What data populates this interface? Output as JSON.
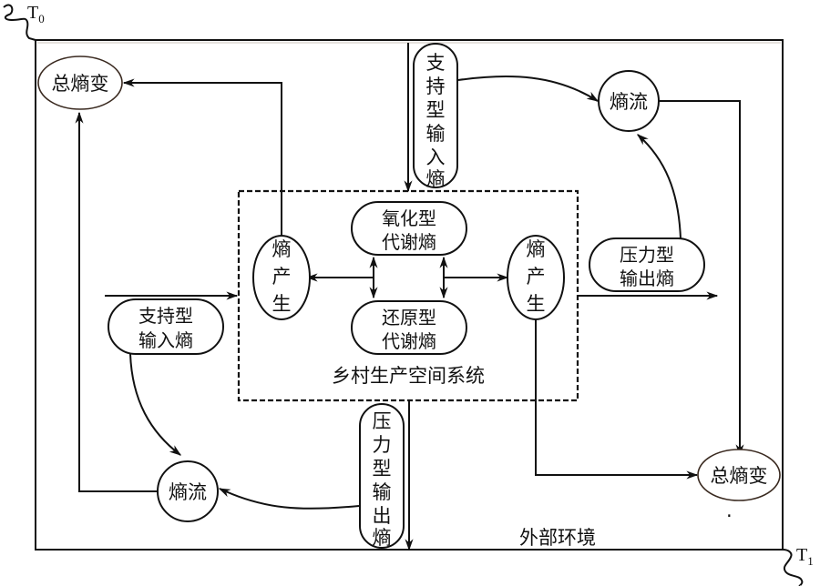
{
  "diagram": {
    "time_labels": {
      "start": {
        "base": "T",
        "sub": "0"
      },
      "end": {
        "base": "T",
        "sub": "1"
      }
    },
    "outer_boundary_label": "外部环境",
    "system_boundary_label": "乡村生产空间系统",
    "nodes": {
      "total_entropy_change_left": "总熵变",
      "total_entropy_change_right": "总熵变",
      "entropy_flow_top": "熵流",
      "entropy_flow_bottom": "熵流",
      "support_input_top": [
        "支",
        "持",
        "型",
        "输",
        "入",
        "熵"
      ],
      "support_input_left": [
        "支持型",
        "输入熵"
      ],
      "pressure_output_right": [
        "压力型",
        "输出熵"
      ],
      "pressure_output_bottom": [
        "压",
        "力",
        "型",
        "输",
        "出",
        "熵"
      ],
      "entropy_production_left": [
        "熵",
        "产",
        "生"
      ],
      "entropy_production_right": [
        "熵",
        "产",
        "生"
      ],
      "oxidative_metabolic": [
        "氧化型",
        "代谢熵"
      ],
      "reductive_metabolic": [
        "还原型",
        "代谢熵"
      ]
    },
    "footnote_mark": "."
  }
}
